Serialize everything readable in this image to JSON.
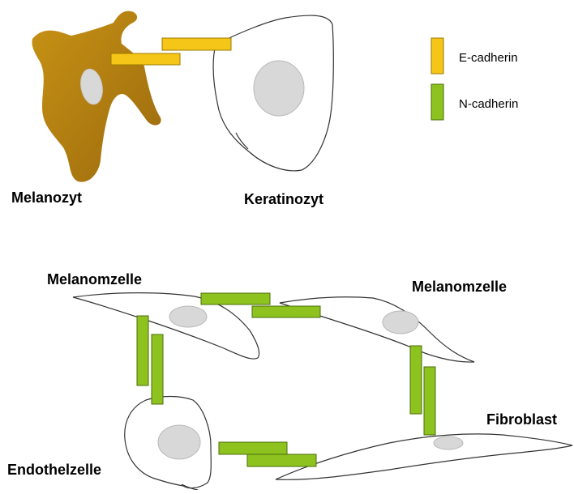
{
  "legend": {
    "e_label": "E-cadherin",
    "n_label": "N-cadherin"
  },
  "labels": {
    "melanocyte": "Melanozyt",
    "keratinocyte": "Keratinozyt",
    "melanoma_left": "Melanomzelle",
    "melanoma_right": "Melanomzelle",
    "fibroblast": "Fibroblast",
    "endothelial": "Endothelzelle"
  },
  "colors": {
    "e_cadherin": "#F5C518",
    "e_cadherin_edge": "#9C7A00",
    "n_cadherin": "#8DC21F",
    "n_cadherin_edge": "#4C6E0A",
    "melanocyte": "#B8860B",
    "nucleus": "#D8D8D8",
    "cell_outline": "#333333"
  }
}
